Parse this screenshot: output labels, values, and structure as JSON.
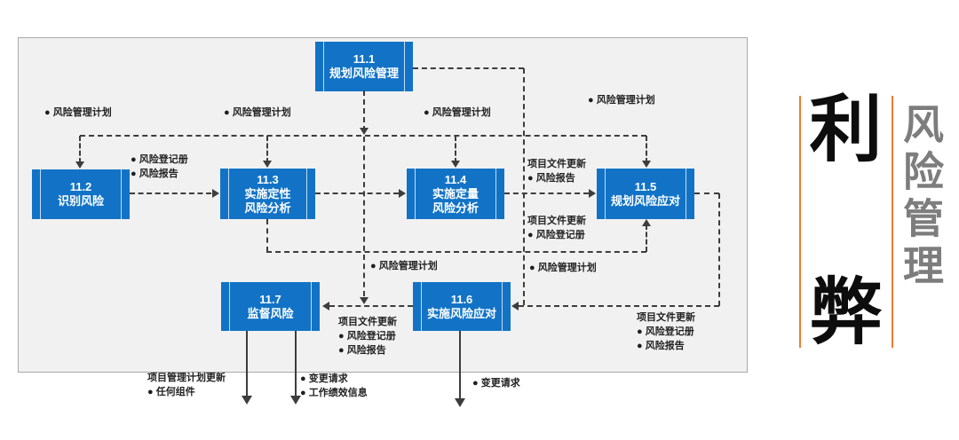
{
  "colors": {
    "accent": "#EF7B2E",
    "box-blue": "#1273C6",
    "title-gray": "#7D7D7D",
    "line": "#3D3D3D"
  },
  "diagram": {
    "boxes": [
      {
        "number": "11.1",
        "name": "规划风险管理"
      },
      {
        "number": "11.2",
        "name": "识别风险"
      },
      {
        "number": "11.3",
        "name": "实施定性\n风险分析"
      },
      {
        "number": "11.4",
        "name": "实施定量\n风险分析"
      },
      {
        "number": "11.5",
        "name": "规划风险应对"
      },
      {
        "number": "11.6",
        "name": "实施风险应对"
      },
      {
        "number": "11.7",
        "name": "监督风险"
      }
    ],
    "labels": [
      {
        "lines": [
          "● 风险管理计划"
        ]
      },
      {
        "lines": [
          "● 风险管理计划"
        ]
      },
      {
        "lines": [
          "● 风险管理计划"
        ]
      },
      {
        "lines": [
          "● 风险管理计划"
        ]
      },
      {
        "lines": [
          "● 风险登记册",
          "● 风险报告"
        ]
      },
      {
        "lines": [
          "项目文件更新",
          "● 风险报告"
        ]
      },
      {
        "lines": [
          "项目文件更新",
          "● 风险登记册"
        ]
      },
      {
        "lines": [
          "● 风险管理计划"
        ]
      },
      {
        "lines": [
          "● 风险管理计划"
        ]
      },
      {
        "lines": [
          "项目文件更新",
          "● 风险登记册",
          "● 风险报告"
        ]
      },
      {
        "lines": [
          "项目文件更新",
          "● 风险登记册",
          "● 风险报告"
        ]
      },
      {
        "lines": [
          "项目管理计划更新",
          "● 任何组件"
        ]
      },
      {
        "lines": [
          "● 变更请求",
          "● 工作绩效信息"
        ]
      },
      {
        "lines": [
          "● 变更请求"
        ]
      }
    ]
  },
  "sidebar": {
    "benefit_char": "利",
    "drawback_char": "弊",
    "vertical_title": "风险管理"
  }
}
